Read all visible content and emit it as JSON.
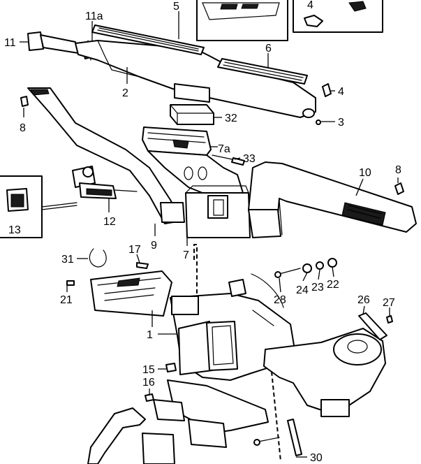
{
  "labels": {
    "l1": "1",
    "l2": "2",
    "l3": "3",
    "l4a": "4",
    "l4b": "4",
    "l5": "5",
    "l6": "6",
    "l7": "7",
    "l7a": "7a",
    "l8a": "8",
    "l8b": "8",
    "l9": "9",
    "l10": "10",
    "l11": "11",
    "l11a": "11a",
    "l12": "12",
    "l13": "13",
    "l15": "15",
    "l16": "16",
    "l17": "17",
    "l21": "21",
    "l22": "22",
    "l23": "23",
    "l24": "24",
    "l26": "26",
    "l27": "27",
    "l28": "28",
    "l30": "30",
    "l31": "31",
    "l32": "32",
    "l33": "33"
  }
}
